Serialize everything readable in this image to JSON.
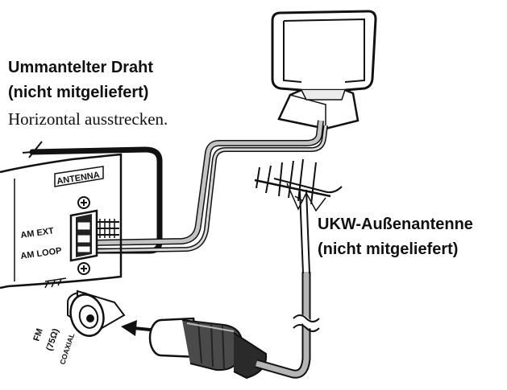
{
  "labels": {
    "covered_wire_line1": "Ummantelter Draht",
    "covered_wire_line2": "(nicht mitgeliefert)",
    "covered_wire_line3": "Horizontal ausstrecken.",
    "fm_antenna_line1": "UKW-Außenantenne",
    "fm_antenna_line2": "(nicht mitgeliefert)"
  },
  "panel": {
    "antenna": "ANTENNA",
    "am_ext": "AM EXT",
    "am_loop": "AM LOOP",
    "fm": "FM",
    "fm_ohm": "(75Ω)",
    "coaxial": "COAXIAL"
  },
  "colors": {
    "line": "#111111",
    "cable_gray": "#b5b5b5",
    "plug_dark": "#4a4a4a",
    "plug_light": "#d0d0d0"
  }
}
